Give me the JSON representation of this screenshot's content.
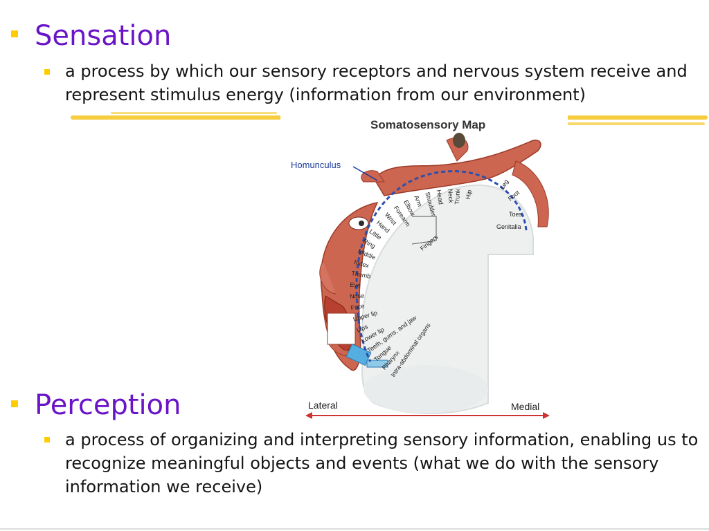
{
  "sections": [
    {
      "heading": "Sensation",
      "text": "a process by which our sensory receptors and nervous system receive and represent stimulus energy (information from our environment)"
    },
    {
      "heading": "Perception",
      "text": "a process of organizing and interpreting sensory information, enabling us to recognize meaningful objects and events (what we do with the sensory information we receive)"
    }
  ],
  "figure": {
    "title": "Somatosensory Map",
    "callout": "Homunculus",
    "body_parts": [
      "Hip",
      "Trunk",
      "Neck",
      "Head",
      "Shoulder",
      "Arm",
      "Elbow",
      "Forearm",
      "Wrist",
      "Hand",
      "Little",
      "Ring",
      "Middle",
      "Index",
      "Thumb",
      "Eye",
      "Nose",
      "Face",
      "Upper lip",
      "Lips",
      "Lower lip",
      "Teeth, gums, and jaw",
      "Tongue",
      "Pharynx",
      "Intra-abdominal organs"
    ],
    "leg_foot": [
      "Leg",
      "Foot",
      "Toes",
      "Genitalia"
    ],
    "fingers_label": "Fingers",
    "axis_left": "Lateral",
    "axis_right": "Medial"
  },
  "colors": {
    "heading": "#6a14c8",
    "bullet": "#ffcc00",
    "highlight": "#f4c82a",
    "axis": "#cc3333",
    "cortex_line": "#2a4fb0"
  }
}
